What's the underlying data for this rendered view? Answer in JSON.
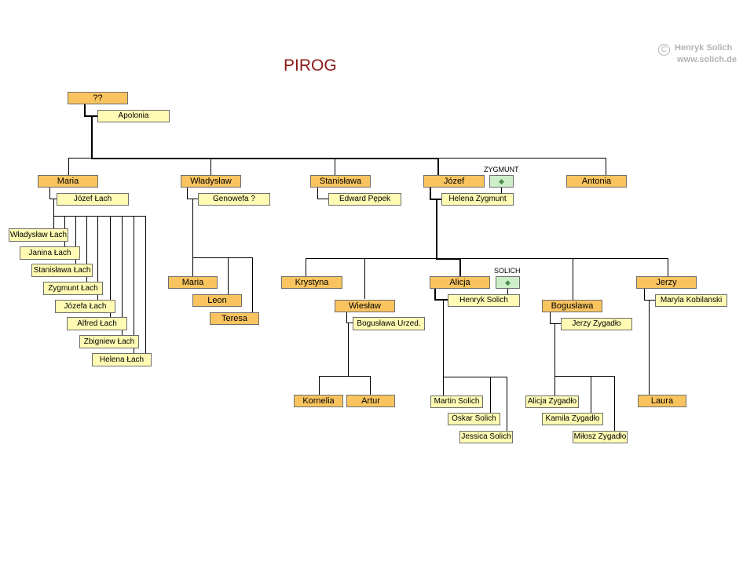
{
  "watermark": {
    "copyright_symbol": "C",
    "author": "Henryk Solich",
    "url": "www.solich.de"
  },
  "title": "PIROG",
  "people": {
    "root": "??",
    "apolonia": "Apolonia",
    "maria": "Maria",
    "jozef_lach": "Józef Łach",
    "wladyslaw_lach": "Władysław Łach",
    "janina_lach": "Janina Łach",
    "stanislawa_lach": "Stanisława Łach",
    "zygmunt_lach": "Zygmunt Łach",
    "jozefa_lach": "Józefa Łach",
    "alfred_lach": "Alfred Łach",
    "zbigniew_lach": "Zbigniew Łach",
    "helena_lach": "Helena Łach",
    "wladyslaw": "Władysław",
    "genowefa": "Genowefa ?",
    "maria2": "Maria",
    "leon": "Leon",
    "teresa": "Teresa",
    "stanislawa": "Stanisława",
    "edward_pepek": "Edward Pępek",
    "jozef": "Józef",
    "helena_zygmunt": "Helena Zygmunt",
    "antonia": "Antonia",
    "krystyna": "Krystyna",
    "wieslaw": "Wiesław",
    "boguslawa_urzed": "Bogusława Urzed.",
    "kornelia": "Kornelia",
    "artur": "Artur",
    "alicja": "Alicja",
    "henryk_solich": "Henryk Solich",
    "martin_solich": "Martin Solich",
    "oskar_solich": "Oskar Solich",
    "jessica_solich": "Jessica Solich",
    "boguslawa": "Bogusława",
    "jerzy_zygadlo": "Jerzy Zygadło",
    "alicja_zygadlo": "Alicja Zygadło",
    "kamila_zygadlo": "Kamila Zygadło",
    "milosz_zygadlo": "Miłosz Zygadło",
    "jerzy": "Jerzy",
    "maryla_kobilanski": "Maryla Kobilanski",
    "laura": "Laura"
  },
  "family_links": {
    "zygmunt": "ZYGMUNT",
    "solich": "SOLICH",
    "marker": "◆"
  },
  "colors": {
    "blood_relative": "#f9c45f",
    "spouse": "#fffbb4",
    "family_link": "#cdeec9",
    "title": "#8b1a1a",
    "watermark": "#b4b4b4"
  }
}
